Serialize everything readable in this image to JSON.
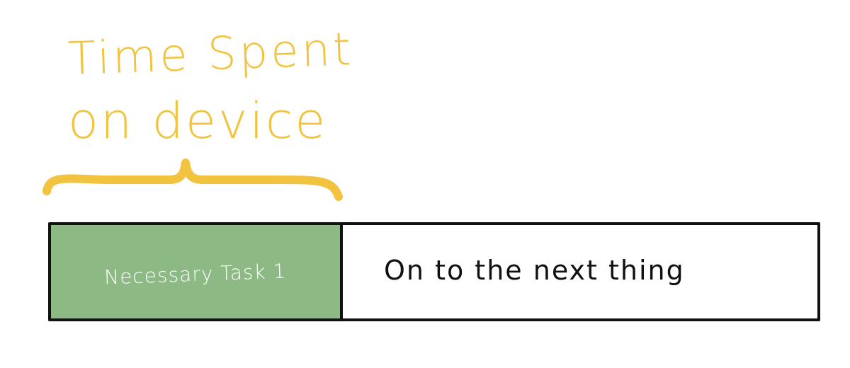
{
  "annotation": {
    "line1": "Time Spent",
    "line2": "on device",
    "color": "#f2c33e"
  },
  "timeline": {
    "segments": [
      {
        "label": "Necessary Task 1",
        "color": "#8dba84"
      },
      {
        "label": "On to the next thing",
        "color": "#ffffff"
      }
    ]
  }
}
